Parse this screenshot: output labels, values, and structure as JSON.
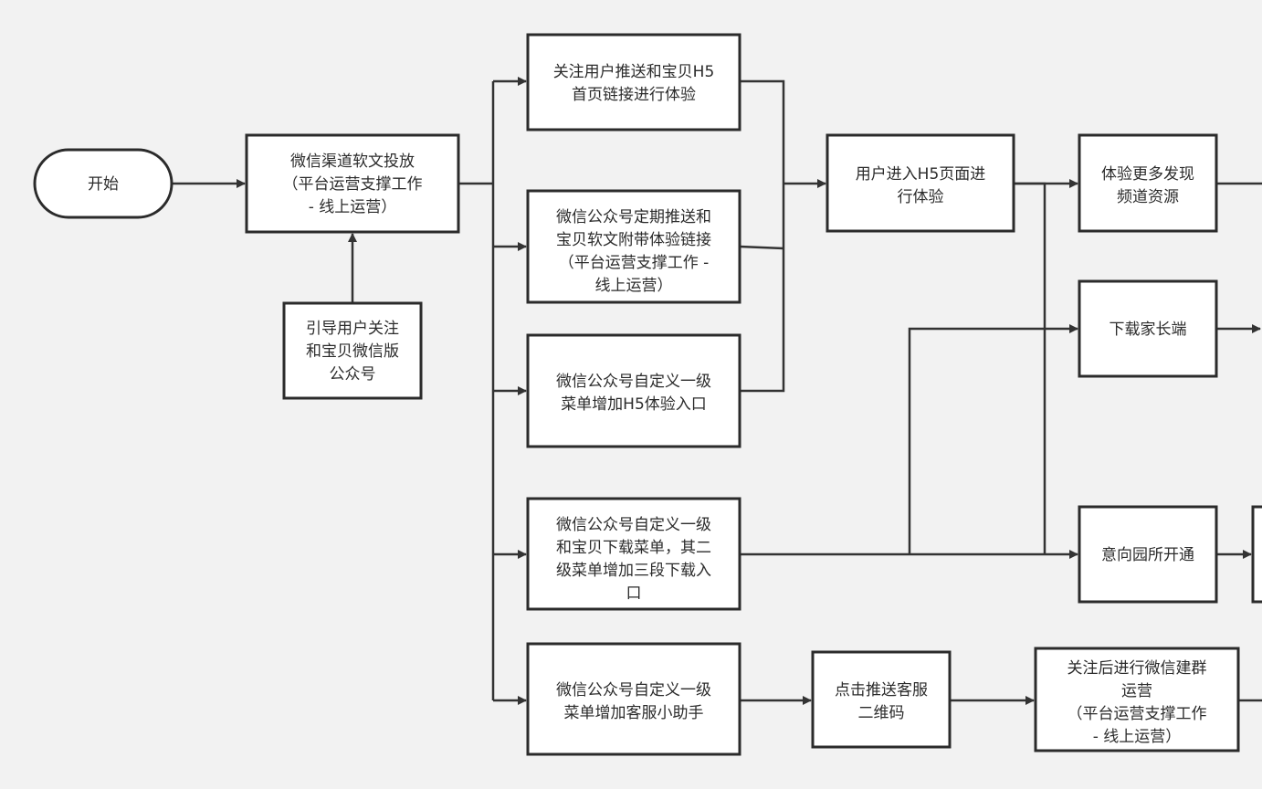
{
  "diagram": {
    "nodes": [
      {
        "id": "start",
        "lines": [
          "开始"
        ]
      },
      {
        "id": "wechat-article",
        "lines": [
          "微信渠道软文投放",
          "（平台运营支撑工作",
          "- 线上运营）"
        ]
      },
      {
        "id": "guide-follow",
        "lines": [
          "引导用户关注",
          "和宝贝微信版",
          "公众号"
        ]
      },
      {
        "id": "push-h5-link",
        "lines": [
          "关注用户推送和宝贝H5",
          "首页链接进行体验"
        ]
      },
      {
        "id": "regular-push",
        "lines": [
          "微信公众号定期推送和",
          "宝贝软文附带体验链接",
          "（平台运营支撑工作 -",
          "线上运营）"
        ]
      },
      {
        "id": "menu-h5-entry",
        "lines": [
          "微信公众号自定义一级",
          "菜单增加H5体验入口"
        ]
      },
      {
        "id": "menu-download",
        "lines": [
          "微信公众号自定义一级",
          "和宝贝下载菜单，其二",
          "级菜单增加三段下载入",
          "口"
        ]
      },
      {
        "id": "menu-service",
        "lines": [
          "微信公众号自定义一级",
          "菜单增加客服小助手"
        ]
      },
      {
        "id": "enter-h5",
        "lines": [
          "用户进入H5页面进",
          "行体验"
        ]
      },
      {
        "id": "discover-more",
        "lines": [
          "体验更多发现",
          "频道资源"
        ]
      },
      {
        "id": "download-parent",
        "lines": [
          "下载家长端"
        ]
      },
      {
        "id": "kindergarten-open",
        "lines": [
          "意向园所开通"
        ]
      },
      {
        "id": "click-qr",
        "lines": [
          "点击推送客服",
          "二维码"
        ]
      },
      {
        "id": "group-ops",
        "lines": [
          "关注后进行微信建群",
          "运营",
          "（平台运营支撑工作",
          "- 线上运营）"
        ]
      },
      {
        "id": "cutoff-right",
        "lines": []
      }
    ],
    "colors": {
      "background": "#f2f2f2",
      "box_fill": "#ffffff",
      "stroke": "#2b2b2b",
      "text": "#2b2b2b"
    }
  }
}
